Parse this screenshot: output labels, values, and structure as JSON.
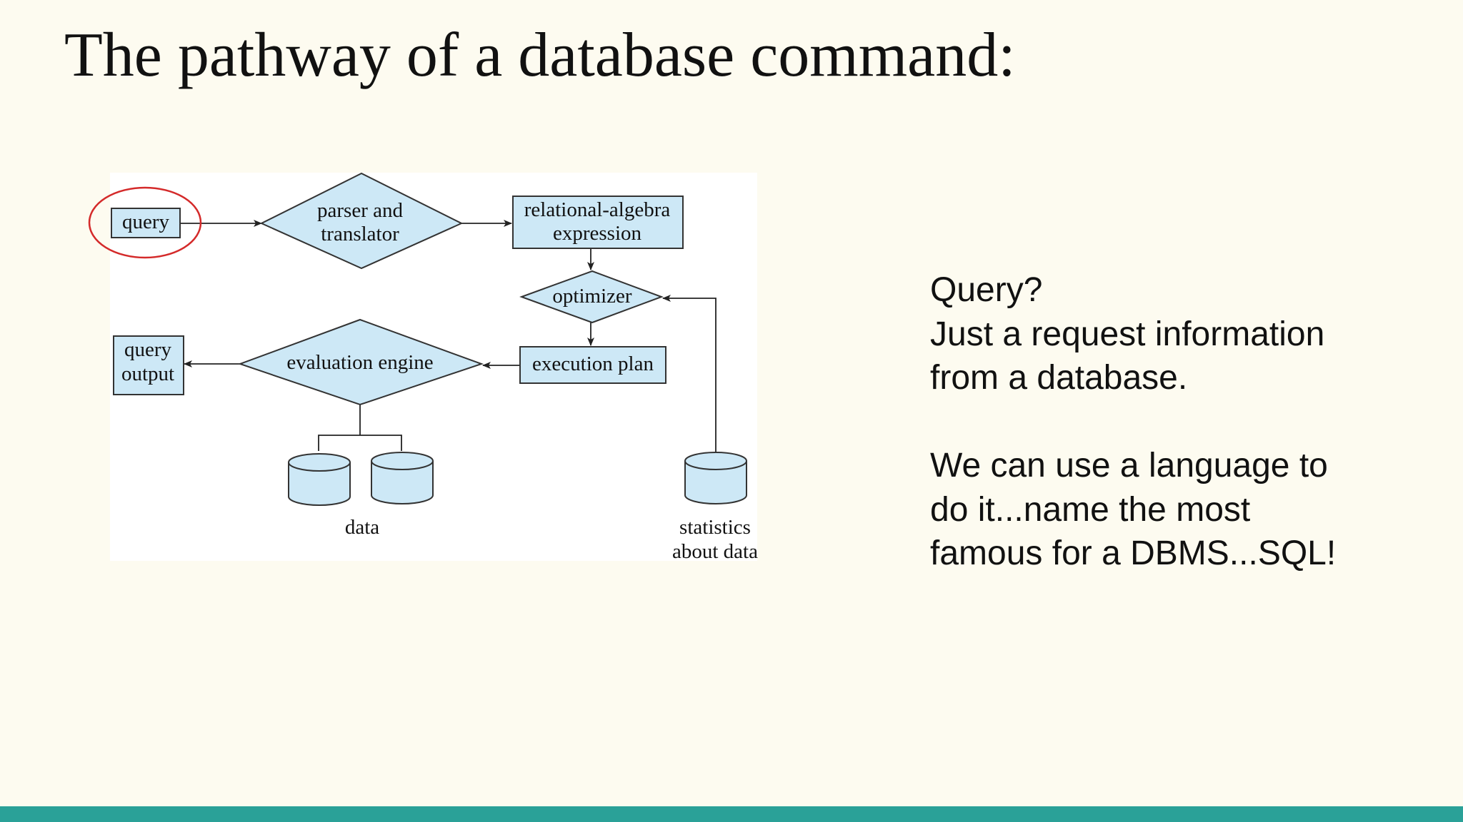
{
  "slide": {
    "title": "The pathway of a database command:"
  },
  "diagram": {
    "nodes": {
      "query": "query",
      "parser_line1": "parser and",
      "parser_line2": "translator",
      "rae_line1": "relational-algebra",
      "rae_line2": "expression",
      "optimizer": "optimizer",
      "execution_plan": "execution plan",
      "evaluation_engine": "evaluation engine",
      "query_output_line1": "query",
      "query_output_line2": "output",
      "data": "data",
      "statistics_line1": "statistics",
      "statistics_line2": "about data"
    },
    "colors": {
      "node_fill": "#cde8f6",
      "highlight_circle": "#d42a2a",
      "accent_bar": "#2aa198"
    }
  },
  "side_text": {
    "line1": "Query?",
    "line2": "Just a request information",
    "line3": "from a database.",
    "line4": "We can use a language to",
    "line5": "do it...name the most",
    "line6": "famous for a DBMS...SQL!"
  }
}
